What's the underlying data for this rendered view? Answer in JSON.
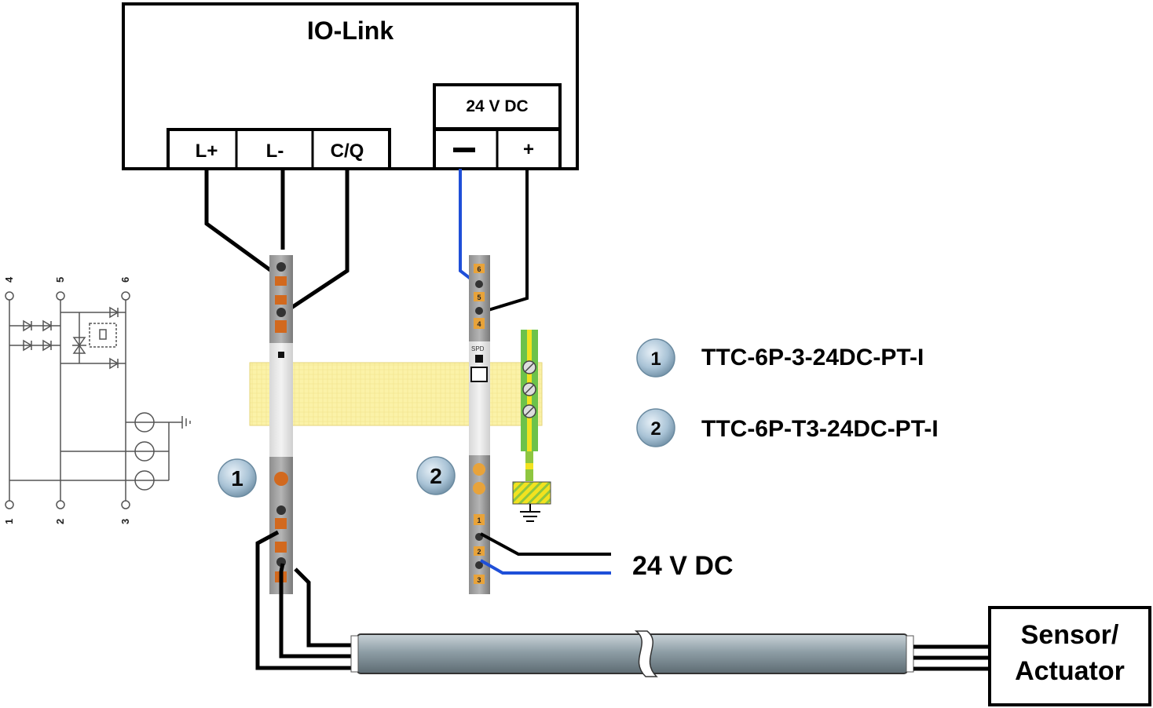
{
  "io_link": {
    "title": "IO-Link",
    "terminals": [
      "L+",
      "L-",
      "C/Q"
    ],
    "supply_label": "24 V DC",
    "supply_terminals": [
      "—",
      "+"
    ]
  },
  "legend": [
    {
      "number": "1",
      "label": "TTC-6P-3-24DC-PT-I"
    },
    {
      "number": "2",
      "label": "TTC-6P-T3-24DC-PT-I"
    }
  ],
  "markers": {
    "left": "1",
    "right": "2"
  },
  "supply_out_label": "24 V DC",
  "device": {
    "label_line1": "Sensor/",
    "label_line2": "Actuator"
  },
  "module_text": {
    "spd": "SPD"
  },
  "terminal_numbers": {
    "top": [
      "6",
      "5",
      "4"
    ],
    "bottom": [
      "1",
      "2",
      "3"
    ]
  },
  "schematic_pins": {
    "top": [
      "4",
      "5",
      "6"
    ],
    "bottom": [
      "1",
      "2",
      "3"
    ]
  },
  "colors": {
    "wire_black": "#000000",
    "wire_blue": "#1f4fd8",
    "din_rail": "#fbf2a8",
    "terminal_orange": "#d2691e",
    "terminal_yellow": "#e8a33a",
    "ground_green": "#6cc24a",
    "cable_gray": "#8e9ea6",
    "bubble_blue": "#a9c3d6"
  }
}
